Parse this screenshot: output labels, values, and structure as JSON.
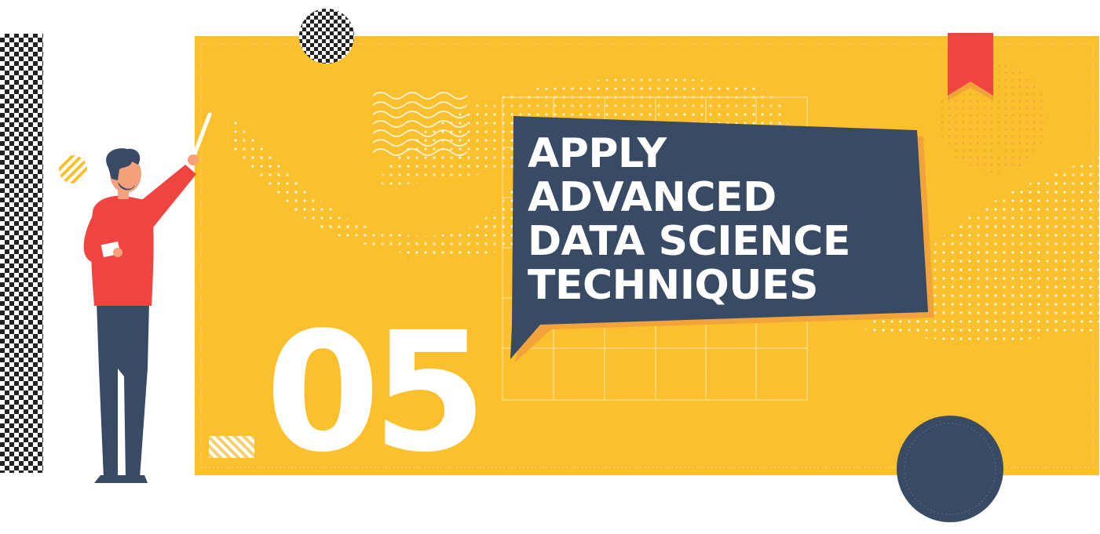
{
  "headline": {
    "lines": [
      "APPLY",
      "ADVANCED",
      "DATA SCIENCE",
      "TECHNIQUES"
    ]
  },
  "step_number": "05",
  "colors": {
    "board": "#FBC02D",
    "navy": "#384A64",
    "red": "#EF4440",
    "white": "#FFFFFF",
    "skin": "#F4A27C"
  }
}
